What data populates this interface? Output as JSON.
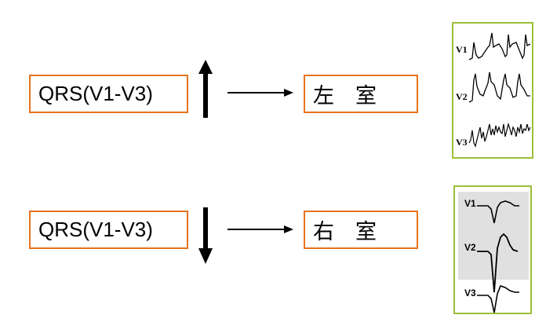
{
  "rows": [
    {
      "qrs_label": "QRS(V1-V3)",
      "direction": "up",
      "chamber_label": "左　室",
      "ecg_leads": [
        "V1",
        "V2",
        "V3"
      ]
    },
    {
      "qrs_label": "QRS(V1-V3)",
      "direction": "down",
      "chamber_label": "右　室",
      "ecg_leads": [
        "V1",
        "V2",
        "V3"
      ]
    }
  ],
  "colors": {
    "box_border": "#e8731c",
    "ecg_frame": "#9dbf3a"
  }
}
